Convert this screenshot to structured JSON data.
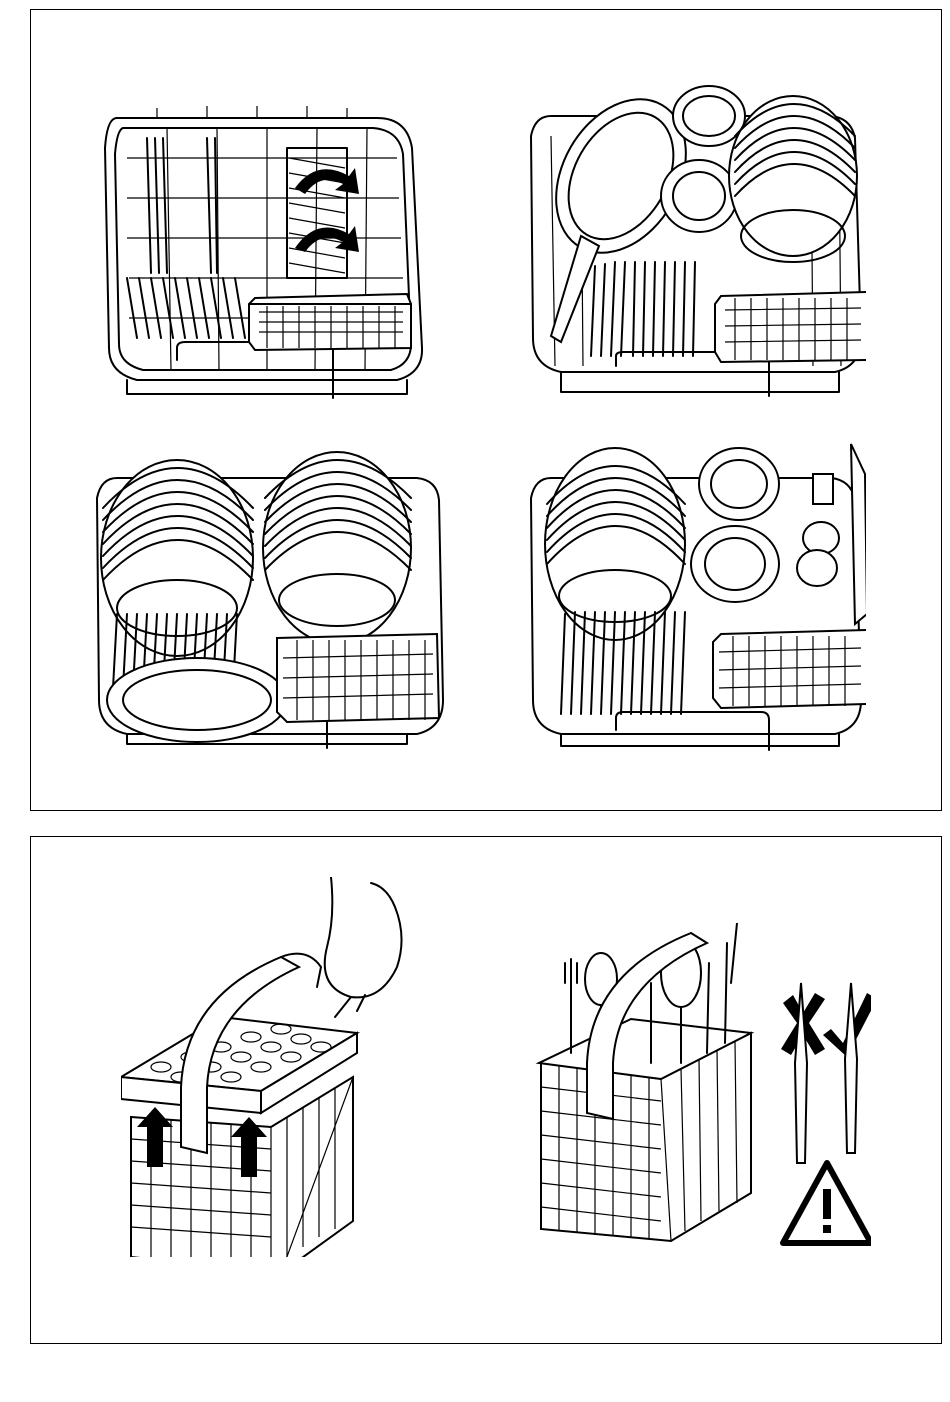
{
  "figures": {
    "top_panel": [
      {
        "name": "empty-rack-with-folding-tines",
        "icon": "rotate-arrows-icon"
      },
      {
        "name": "rack-with-pans-and-plates"
      },
      {
        "name": "rack-with-plates"
      },
      {
        "name": "rack-with-plates-and-cups"
      }
    ],
    "bottom_panel": [
      {
        "name": "cutlery-basket-lift-grid",
        "icon": "arrow-up-icon"
      },
      {
        "name": "cutlery-basket-loaded",
        "icons": [
          "cross-icon",
          "check-icon",
          "warning-triangle-icon"
        ]
      }
    ]
  },
  "colors": {
    "line": "#000000",
    "background": "#ffffff"
  }
}
